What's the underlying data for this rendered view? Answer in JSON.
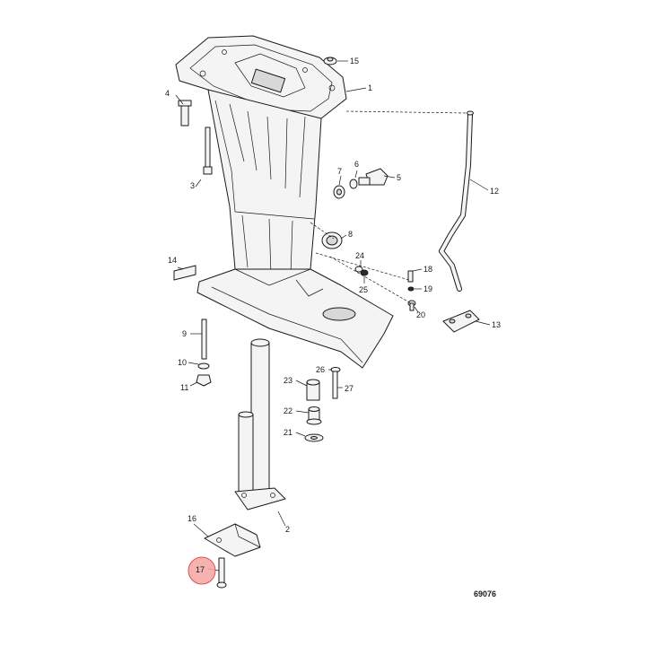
{
  "figure_number": "69076",
  "highlight_color": "#f4a3a3",
  "highlight_stroke": "#d9534f",
  "highlighted_callout": "17",
  "callouts": {
    "c1": "1",
    "c2": "2",
    "c3": "3",
    "c4": "4",
    "c5": "5",
    "c6": "6",
    "c7": "7",
    "c8": "8",
    "c9": "9",
    "c10": "10",
    "c11": "11",
    "c12": "12",
    "c13": "13",
    "c14": "14",
    "c15": "15",
    "c16": "16",
    "c17": "17",
    "c18": "18",
    "c19": "19",
    "c20": "20",
    "c21": "21",
    "c22": "22",
    "c23": "23",
    "c24": "24",
    "c25": "25",
    "c26": "26",
    "c27": "27"
  }
}
